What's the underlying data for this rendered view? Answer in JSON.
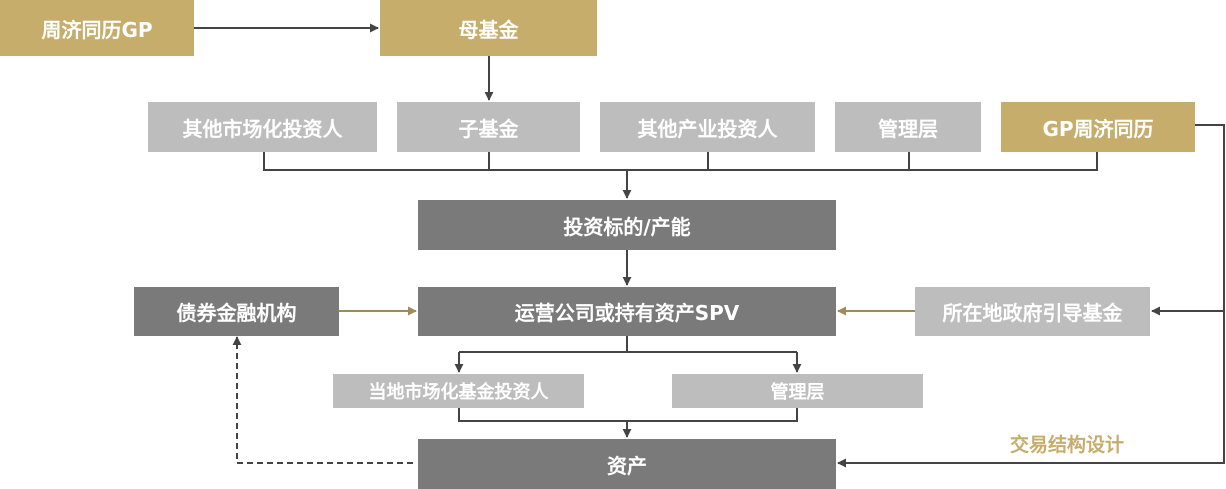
{
  "nodes": {
    "zhoujitongli_gp": "周济同历GP",
    "mother_fund": "母基金",
    "other_market_investors": "其他市场化投资人",
    "sub_fund": "子基金",
    "other_industry_investors": "其他产业投资人",
    "management_top": "管理层",
    "gp_zhoujitongli": "GP周济同历",
    "investment_target": "投资标的/产能",
    "bond_finance": "债券金融机构",
    "spv": "运营公司或持有资产SPV",
    "local_gov_fund": "所在地政府引导基金",
    "local_market_fund_investors": "当地市场化基金投资人",
    "management_bottom": "管理层",
    "assets": "资产"
  },
  "caption": "交易结构设计",
  "colors": {
    "gold": "#c6ad6b",
    "light_gray": "#bdbdbd",
    "dark_gray": "#7a7a7a",
    "line": "#444444"
  }
}
